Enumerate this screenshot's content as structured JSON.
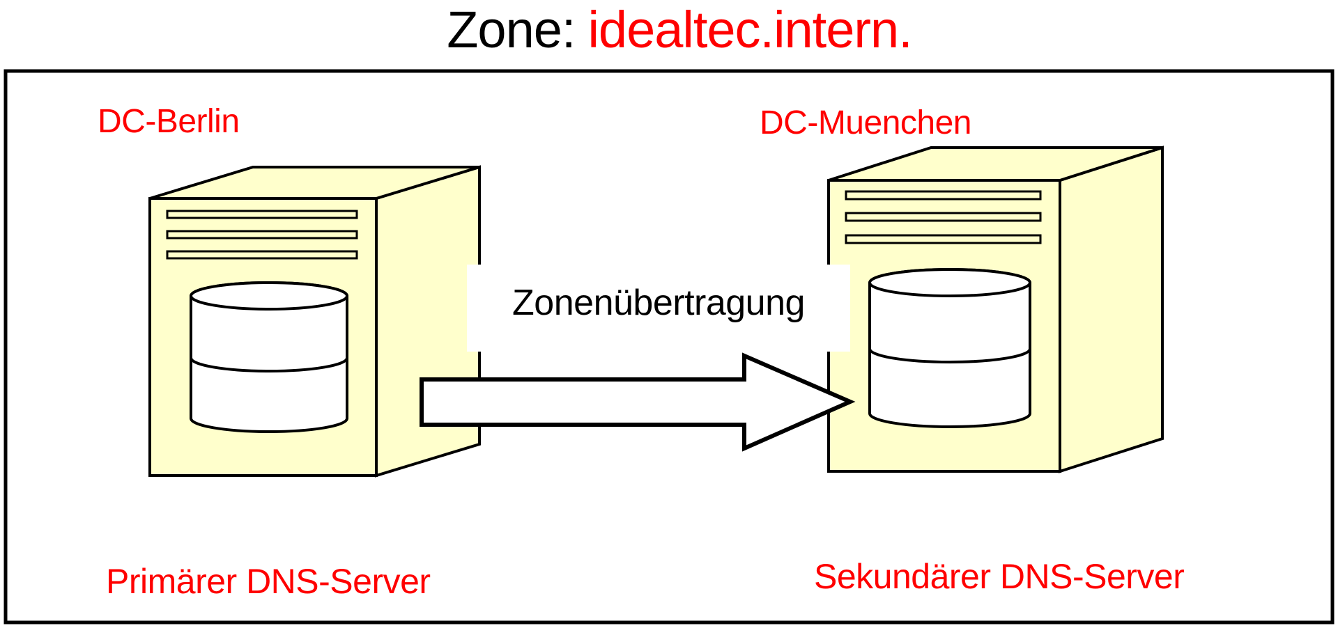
{
  "title": {
    "prefix": "Zone:",
    "zone_name": "idealtec.intern."
  },
  "zone_box": {
    "servers": [
      {
        "id": "primary",
        "location_label": "DC-Berlin",
        "role_label": "Primärer DNS-Server"
      },
      {
        "id": "secondary",
        "location_label": "DC-Muenchen",
        "role_label": "Sekundärer DNS-Server"
      }
    ],
    "transfer": {
      "label": "Zonenübertragung",
      "direction": "left-to-right"
    }
  },
  "colors": {
    "label_red": "#ff0000",
    "server_fill": "#ffffcc",
    "outline": "#000000",
    "arrow_fill": "#ffffff",
    "background": "#ffffff"
  }
}
